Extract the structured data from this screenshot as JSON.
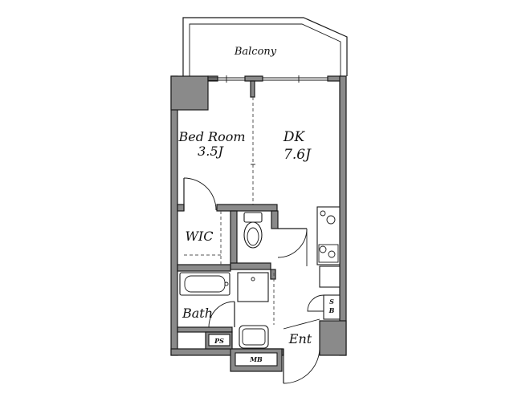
{
  "rooms": {
    "balcony": "Balcony",
    "bedroom_name": "Bed Room",
    "bedroom_size": "3.5J",
    "dk_name": "DK",
    "dk_size": "7.6J",
    "wic": "WIC",
    "bath": "Bath",
    "entrance": "Ent"
  },
  "utilities": {
    "ps": "PS",
    "mb": "MB",
    "sb_top": "S",
    "sb_bottom": "B"
  },
  "colors": {
    "wall": "#8a8a8a",
    "line": "#1a1a1a"
  }
}
